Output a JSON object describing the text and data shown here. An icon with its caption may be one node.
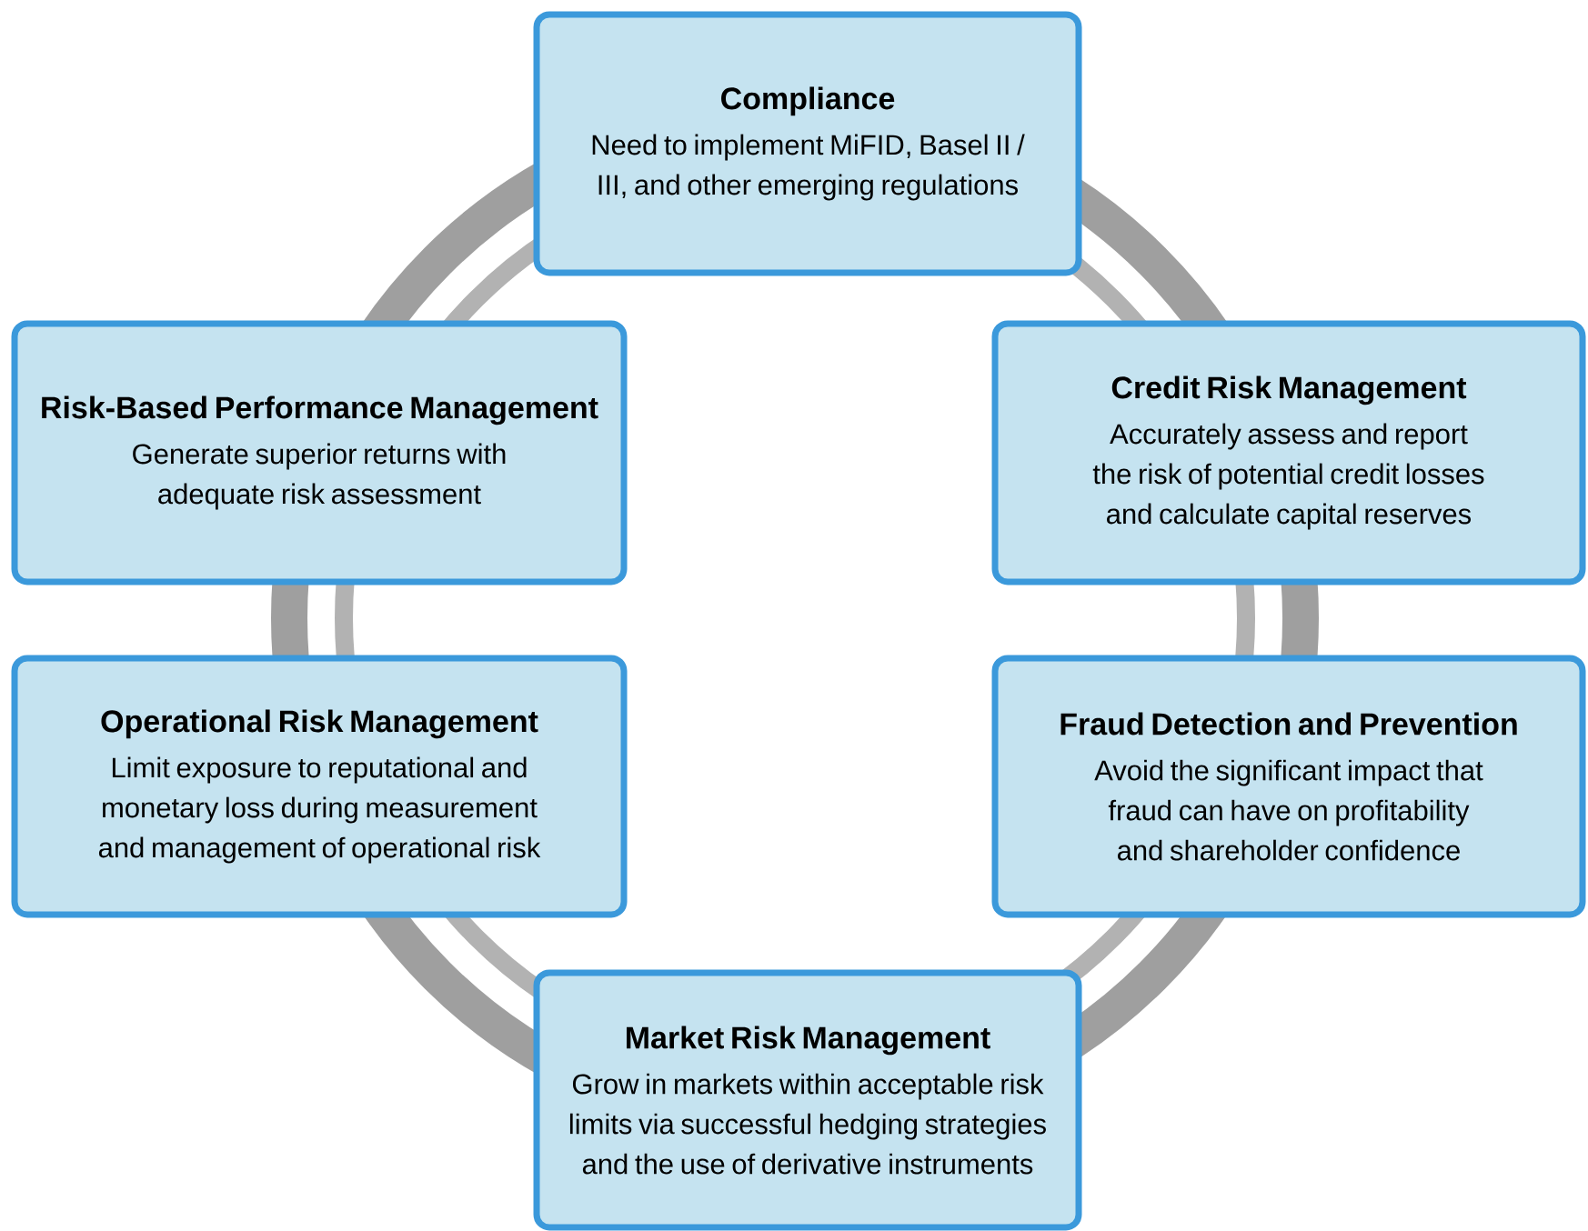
{
  "diagram": {
    "nodes": [
      {
        "text": [
          "Compliance",
          "Need to implement MiFID, Basel II / III, and other emerging regulations"
        ]
      },
      {
        "text": [
          "Risk-Based Performance Management",
          "Generate superior returns with adequate risk assessment"
        ]
      },
      {
        "text": [
          "Credit Risk Management",
          "Accurately assess and report the risk of potential credit losses and calculate capital reserves"
        ]
      },
      {
        "text": [
          "Operational Risk Management",
          "Limit exposure to reputational and monetary loss during measurement and management of operational risk"
        ]
      },
      {
        "text": [
          "Fraud Detection and Prevention",
          "Avoid the significant impact that fraud can have on profitability and shareholder confidence"
        ]
      },
      {
        "text": [
          "Market Risk Management",
          "Grow in markets within acceptable risk limits via successful hedging strategies and the use of derivative instruments"
        ]
      }
    ]
  }
}
